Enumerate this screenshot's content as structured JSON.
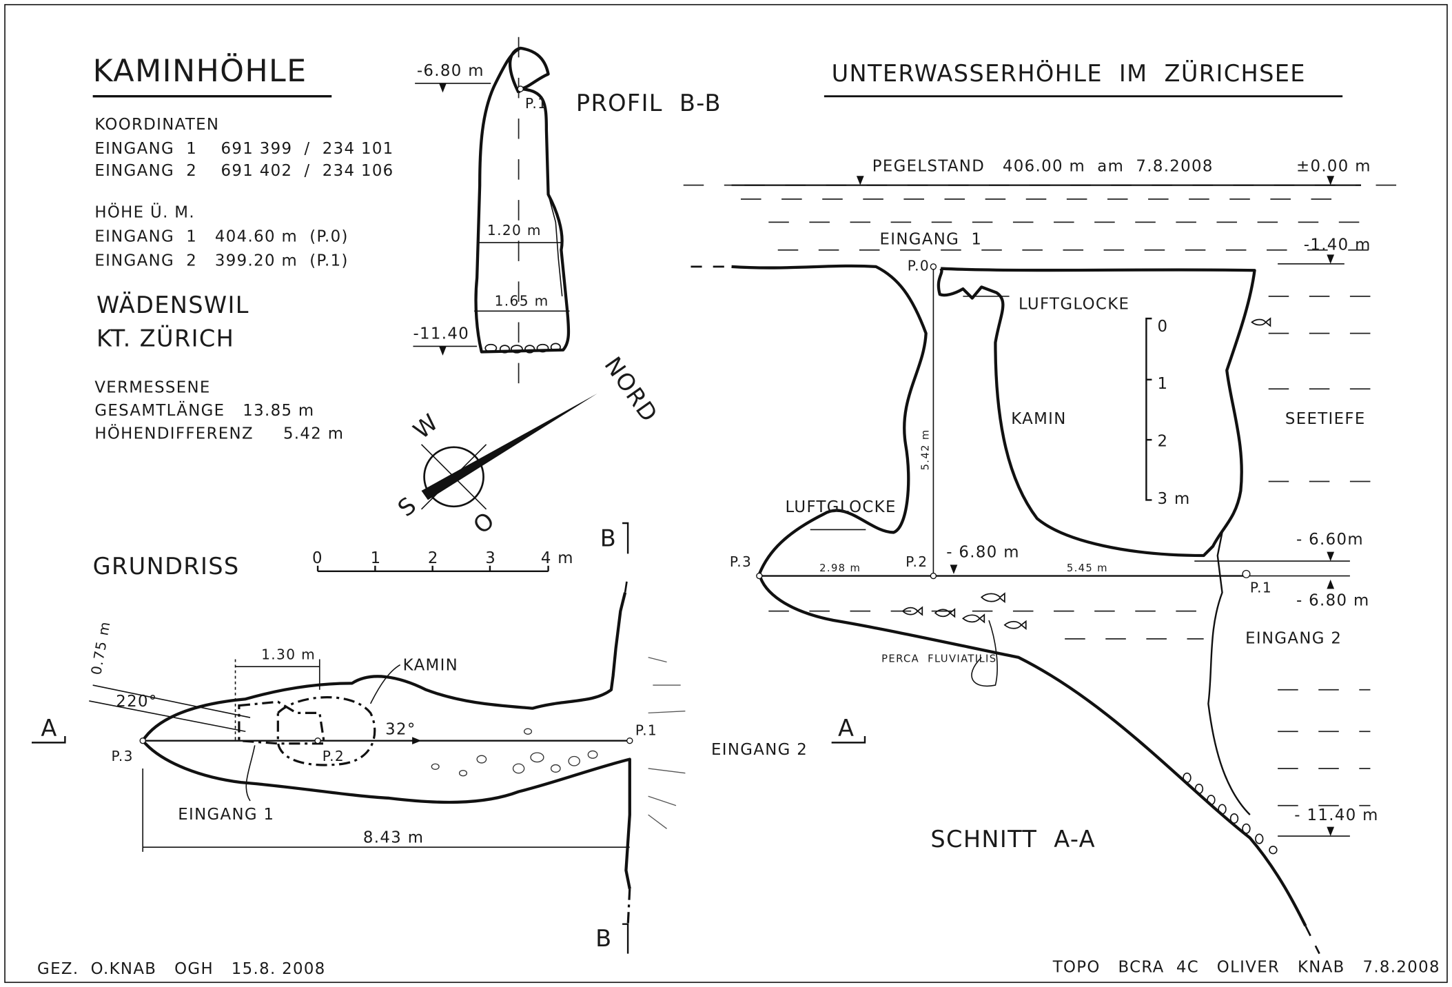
{
  "title": "KAMINHÖHLE",
  "info": {
    "koordinaten_label": "KOORDINATEN",
    "koord_eingang1": "EINGANG  1    691 399  /  234 101",
    "koord_eingang2": "EINGANG  2    691 402  /  234 106",
    "hoehe_label": "HÖHE  Ü. M.",
    "hoehe_eingang1": "EINGANG  1   404.60 m  (P.0)",
    "hoehe_eingang2": "EINGANG  2   399.20 m  (P.1)",
    "ort": "WÄDENSWIL",
    "kanton": "KT. ZÜRICH",
    "vermessene": "VERMESSENE",
    "gesamtlaenge": "GESAMTLÄNGE   13.85 m",
    "hoehendifferenz": "HÖHENDIFFERENZ     5.42 m"
  },
  "profil": {
    "title": "PROFIL  B-B",
    "top_depth": "-6.80 m",
    "bottom_depth": "-11.40",
    "station": "P.1",
    "width_upper": "1.20 m",
    "width_lower": "1.65 m"
  },
  "compass": {
    "north": "NORD",
    "west": "W",
    "south": "S",
    "east": "O"
  },
  "grundriss": {
    "title": "GRUNDRISS",
    "scale_ticks": [
      "0",
      "1",
      "2",
      "3",
      "4 m"
    ],
    "section_b_top": "B",
    "section_b_bottom": "B",
    "section_a_left": "A",
    "section_a_right": "A",
    "width_075": "0.75 m",
    "angle_220": "220°",
    "width_130": "1.30 m",
    "kamin": "KAMIN",
    "p3": "P.3",
    "p2": "P.2",
    "angle_32": "32°",
    "p1": "P.1",
    "eingang2": "EINGANG 2",
    "eingang1": "EINGANG 1",
    "length": "8.43 m"
  },
  "schnitt": {
    "header": "UNTERWASSERHÖHLE  IM  ZÜRICHSEE",
    "pegelstand": "PEGELSTAND   406.00 m  am  7.8.2008",
    "zero": "±0.00 m",
    "eingang1": "EINGANG  1",
    "depth_140": "-1.40 m",
    "p0": "P.0",
    "luftglocke_upper": "LUFTGLOCKE",
    "luftglocke_lower": "LUFTGLOCKE",
    "scale_ticks": [
      "0",
      "1",
      "2",
      "3 m"
    ],
    "kamin": "KAMIN",
    "seetiefe": "SEETIEFE",
    "height_542": "5.42 m",
    "depth_660": "- 6.60m",
    "depth_680_mid": "- 6.80 m",
    "depth_680_right": "- 6.80 m",
    "p3": "P.3",
    "dist_298": "2.98 m",
    "p2": "P.2",
    "dist_545": "5.45 m",
    "p1": "P.1",
    "eingang2": "EINGANG 2",
    "fish_label": "PERCA  FLUVIATILIS",
    "title": "SCHNITT  A-A",
    "depth_1140": "- 11.40 m"
  },
  "footer": {
    "left": "GEZ.  O.KNAB   OGH   15.8. 2008",
    "right": "TOPO   BCRA  4C   OLIVER   KNAB   7.8.2008"
  }
}
